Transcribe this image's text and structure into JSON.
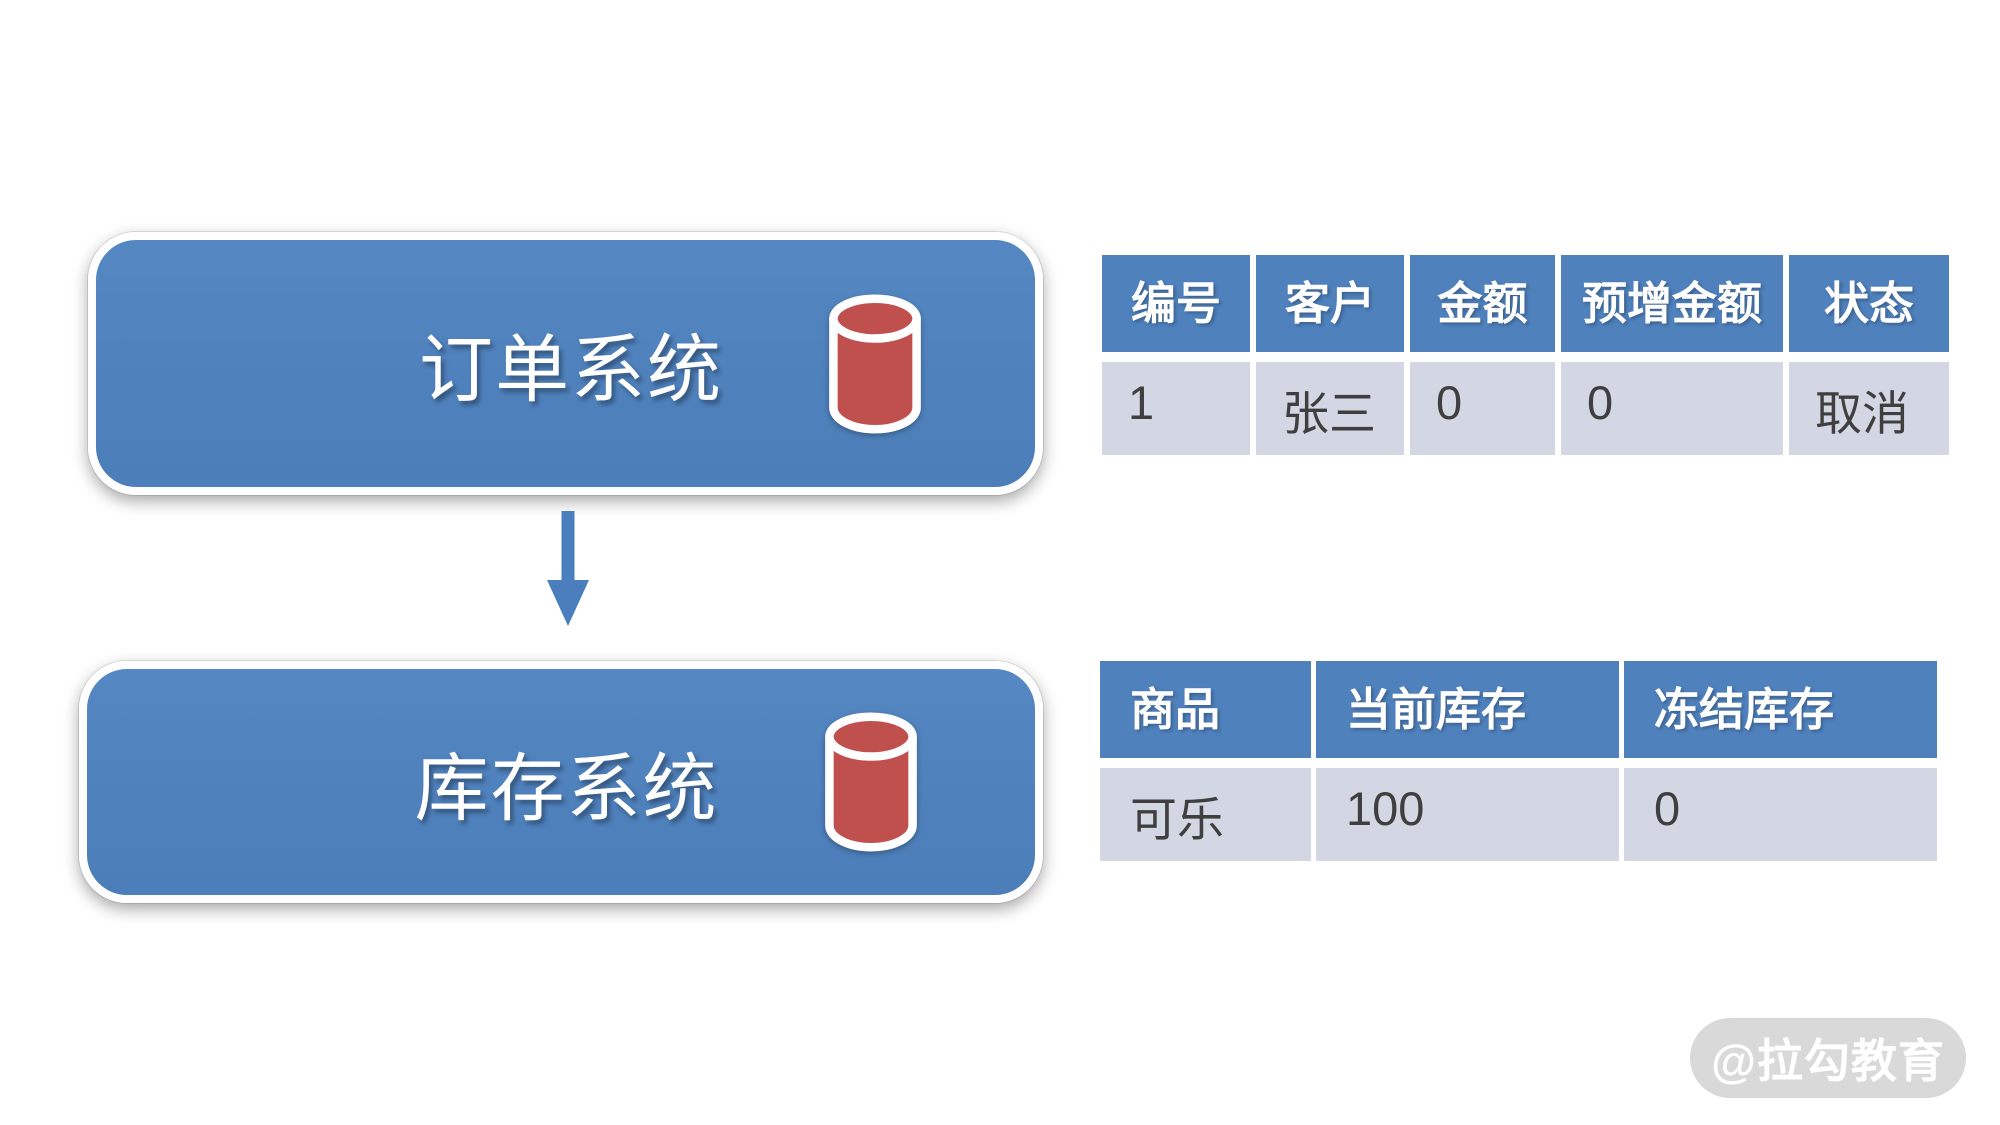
{
  "diagram": {
    "order_system": {
      "label": "订单系统"
    },
    "inventory_system": {
      "label": "库存系统"
    },
    "flow": "order_system -> inventory_system"
  },
  "orders_table": {
    "headers": [
      "编号",
      "客户",
      "金额",
      "预增金额",
      "状态"
    ],
    "row": [
      "1",
      "张三",
      "0",
      "0",
      "取消"
    ]
  },
  "inventory_table": {
    "headers": [
      "商品",
      "当前库存",
      "冻结库存"
    ],
    "row": [
      "可乐",
      "100",
      "0"
    ]
  },
  "watermark": {
    "label": "@拉勾教育"
  },
  "icons": {
    "node_icon": "database-icon",
    "flow_icon": "arrow-down-icon"
  },
  "colors": {
    "accent_blue": "#4f81bd",
    "accent_red": "#c0504d",
    "arrow_blue": "#4a7ebc",
    "row_fill": "#d3d7e3",
    "row_text": "#3f3f3f",
    "watermark_bg": "#d9d9d9",
    "background": "#ffffff"
  }
}
